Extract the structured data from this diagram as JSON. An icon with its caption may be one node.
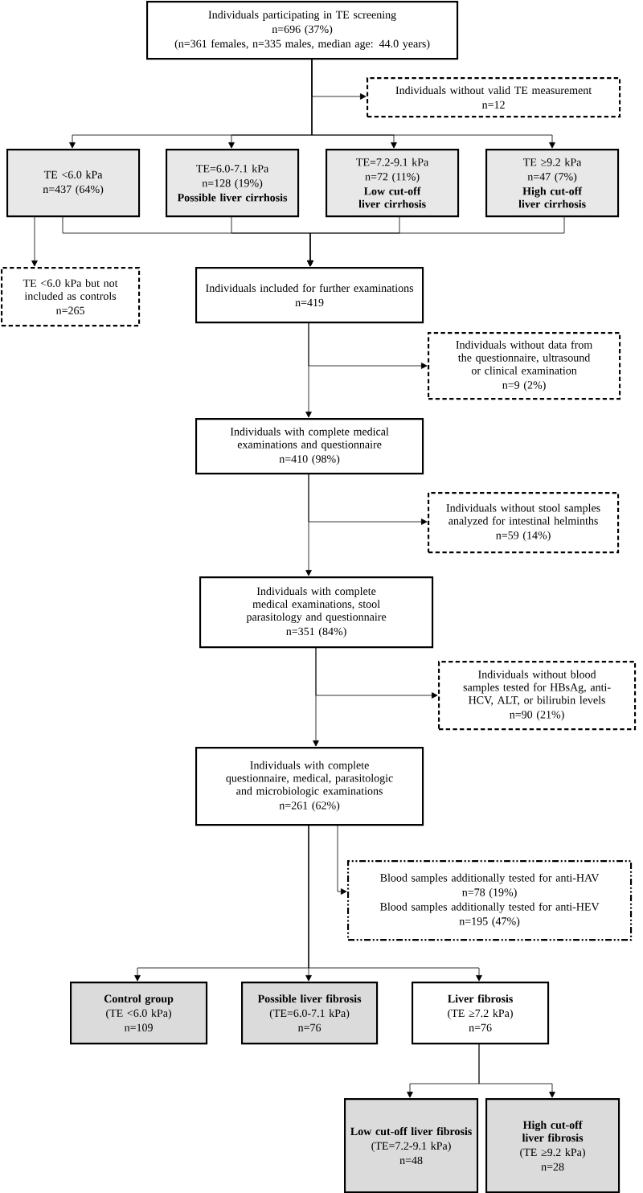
{
  "diagram": {
    "nodes": [
      {
        "text": [
          "Individuals participating in TE screening",
          "n=696 (37%)",
          "(n=361 females, n=335 males, median age: 44.0 years)"
        ]
      },
      {
        "text": [
          "Individuals without valid TE measurement",
          "n=12"
        ]
      },
      {
        "text": [
          "TE <6.0 kPa",
          "n=437 (64%)"
        ]
      },
      {
        "text": [
          "TE=6.0-7.1 kPa",
          "n=128 (19%)",
          "**Possible liver cirrhosis**"
        ]
      },
      {
        "text": [
          "TE=7.2-9.1 kPa",
          "n=72 (11%)",
          "**Low cut-off liver cirrhosis**"
        ]
      },
      {
        "text": [
          "TE ≥9.2 kPa",
          "n=47 (7%)",
          "**High cut-off liver cirrhosis**"
        ]
      },
      {
        "text": [
          "TE <6.0 kPa but not included as controls",
          "n=265"
        ]
      },
      {
        "text": [
          "Individuals included for further examinations",
          "n=419"
        ]
      },
      {
        "text": [
          "Individuals without data from the questionnaire, ultrasound or clinical examination",
          "n=9 (2%)"
        ]
      },
      {
        "text": [
          "Individuals with complete medical examinations and questionnaire",
          "n=410 (98%)"
        ]
      },
      {
        "text": [
          "Individuals without stool samples analyzed for intestinal helminths",
          "n=59 (14%)"
        ]
      },
      {
        "text": [
          "Individuals with complete medical examinations, stool parasitology and questionnaire",
          "n=351 (84%)"
        ]
      },
      {
        "text": [
          "Individuals without blood samples tested for HBsAg, anti-HCV, ALT, or bilirubin levels",
          "n=90 (21%)"
        ]
      },
      {
        "text": [
          "Individuals with complete questionnaire, medical, parasitologic and microbiologic examinations",
          "n=261 (62%)"
        ]
      },
      {
        "text": [
          "Blood samples additionally tested for anti-HAV",
          "n=78 (19%)",
          "Blood samples additionally tested for anti-HEV",
          "n=195 (47%)"
        ]
      },
      {
        "text": [
          "**Control group**",
          "(TE <6.0 kPa)",
          "n=109"
        ]
      },
      {
        "text": [
          "**Possible liver fibrosis**",
          "(TE=6.0-7.1 kPa)",
          "n=76"
        ]
      },
      {
        "text": [
          "**Liver fibrosis**",
          "(TE ≥7.2 kPa)",
          "n=76"
        ]
      },
      {
        "text": [
          "**Low cut-off liver fibrosis**",
          "(TE=7.2-9.1 kPa)",
          "n=48"
        ]
      },
      {
        "text": [
          "**High cut-off liver fibrosis**",
          "(TE ≥9.2 kPa)",
          "n=28"
        ]
      }
    ],
    "edges": [
      {
        "from": 0,
        "to": 1,
        "arrow": "to"
      },
      {
        "from": 0,
        "to": 2,
        "arrow": "to"
      },
      {
        "from": 0,
        "to": 3,
        "arrow": "to"
      },
      {
        "from": 0,
        "to": 4,
        "arrow": "to"
      },
      {
        "from": 0,
        "to": 5,
        "arrow": "to"
      },
      {
        "from": 2,
        "to": 6,
        "arrow": "to"
      },
      {
        "from": 2,
        "to": 7,
        "arrow": "to"
      },
      {
        "from": 3,
        "to": 7,
        "arrow": "to"
      },
      {
        "from": 4,
        "to": 7,
        "arrow": "to"
      },
      {
        "from": 5,
        "to": 7,
        "arrow": "to"
      },
      {
        "from": 7,
        "to": 8,
        "arrow": "to"
      },
      {
        "from": 7,
        "to": 9,
        "arrow": "to"
      },
      {
        "from": 9,
        "to": 10,
        "arrow": "to"
      },
      {
        "from": 9,
        "to": 11,
        "arrow": "to"
      },
      {
        "from": 11,
        "to": 12,
        "arrow": "to"
      },
      {
        "from": 11,
        "to": 13,
        "arrow": "to"
      },
      {
        "from": 13,
        "to": 14,
        "arrow": "to"
      },
      {
        "from": 13,
        "to": 15,
        "arrow": "to"
      },
      {
        "from": 13,
        "to": 16,
        "arrow": "to"
      },
      {
        "from": 13,
        "to": 17,
        "arrow": "to"
      },
      {
        "from": 17,
        "to": 18,
        "arrow": "to"
      },
      {
        "from": 17,
        "to": 19,
        "arrow": "to"
      }
    ]
  }
}
